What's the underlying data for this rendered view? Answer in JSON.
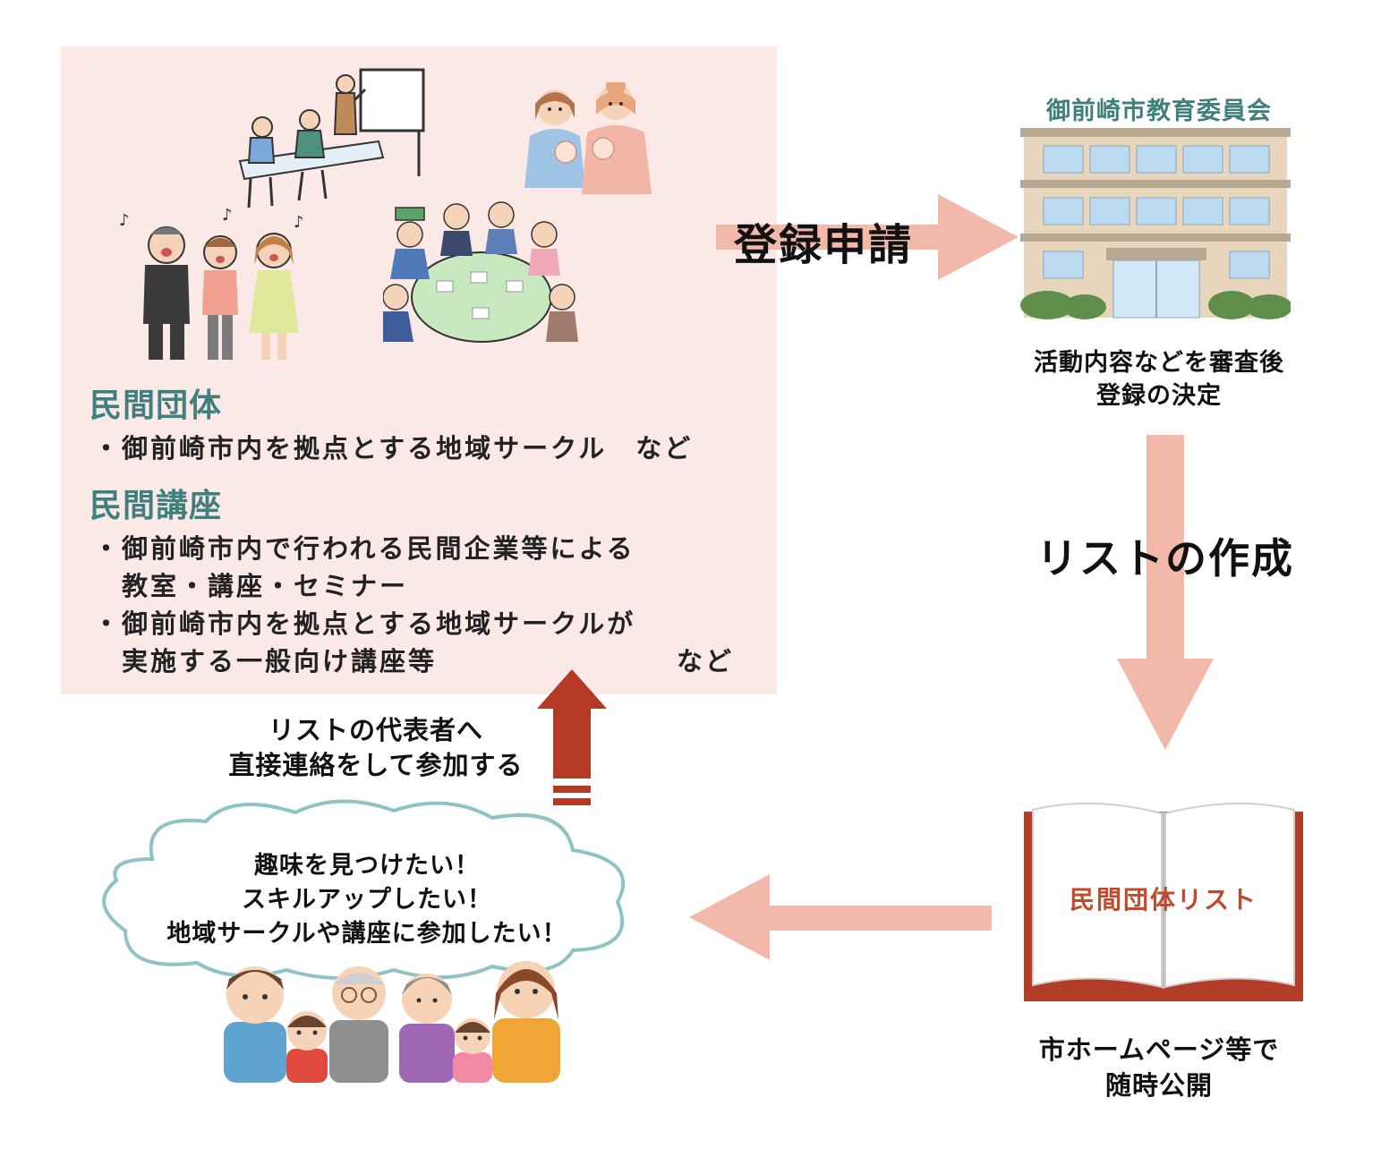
{
  "colors": {
    "panel_bg": "#fbe9e8",
    "heading_teal": "#3f7f7c",
    "arrow_salmon": "#f2b9aa",
    "arrow_dark_red": "#b53a26",
    "list_title_red": "#c1492c",
    "cloud_outline": "#8fc3c3"
  },
  "icons": [
    "seminar-people-illustration",
    "mothers-with-babies-illustration",
    "singing-people-illustration",
    "meeting-table-illustration",
    "office-building-illustration",
    "open-book-illustration",
    "family-group-illustration",
    "thought-cloud"
  ],
  "panel": {
    "section1_heading": "民間団体",
    "section1_item": "・御前崎市内を拠点とする地域サークル　など",
    "section2_heading": "民間講座",
    "section2_item1_line1": "・御前崎市内で行われる民間企業等による",
    "section2_item1_line2": "　教室・講座・セミナー",
    "section2_item2_line1": "・御前崎市内を拠点とする地域サークルが",
    "section2_item2_line2": "　実施する一般向け講座等",
    "section2_item2_suffix": "など"
  },
  "arrow_register_label": "登録申請",
  "office": {
    "name": "御前崎市教育委員会",
    "caption_line1": "活動内容などを審査後",
    "caption_line2": "登録の決定"
  },
  "arrow_list_label": "リストの作成",
  "book": {
    "title": "民間団体リスト",
    "caption_line1": "市ホームページ等で",
    "caption_line2": "随時公開"
  },
  "contact": {
    "line1": "リストの代表者へ",
    "line2": "直接連絡をして参加する"
  },
  "cloud": {
    "line1": "趣味を見つけたい！",
    "line2": "スキルアップしたい！",
    "line3": "地域サークルや講座に参加したい！"
  }
}
